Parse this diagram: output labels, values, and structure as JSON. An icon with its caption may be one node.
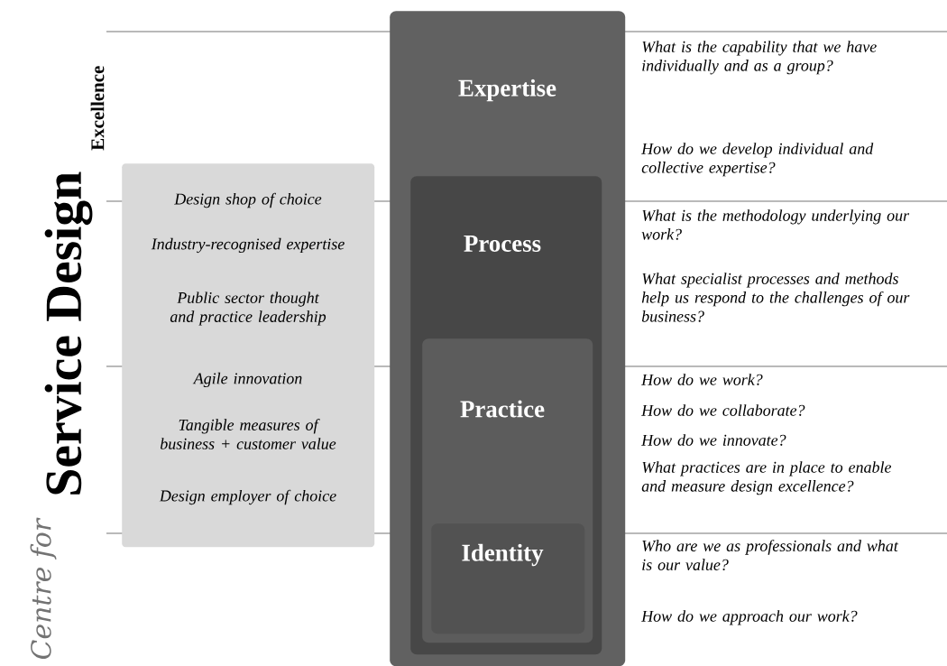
{
  "diagram": {
    "nodes": [
      {
        "text": [
          "Expertise"
        ]
      },
      {
        "text": [
          "Process"
        ],
        "in": 0
      },
      {
        "text": [
          "Practice"
        ],
        "in": 1
      },
      {
        "text": [
          "Identity"
        ],
        "in": 2
      },
      {
        "text": [
          "Design shop of choice",
          "Industry-recognised expertise",
          "Public sector thought and practice leadership",
          "Agile innovation",
          "Tangible measures of business + customer value",
          "Design employer of choice"
        ]
      }
    ],
    "edges": [],
    "labels": [
      "Centre for",
      "Service Design",
      "Excellence",
      "What is the capability that we have individually and as a group?",
      "How do we develop individual and collective expertise?",
      "What is the methodology underlying our work?",
      "What specialist processes and methods help us respond to the challenges of our business?",
      "How do we work?",
      "How do we collaborate?",
      "How do we innovate?",
      "What practices are in place to enable and measure design excellence?",
      "Who are we as professionals and what is our value?",
      "How do we approach our work?"
    ]
  }
}
